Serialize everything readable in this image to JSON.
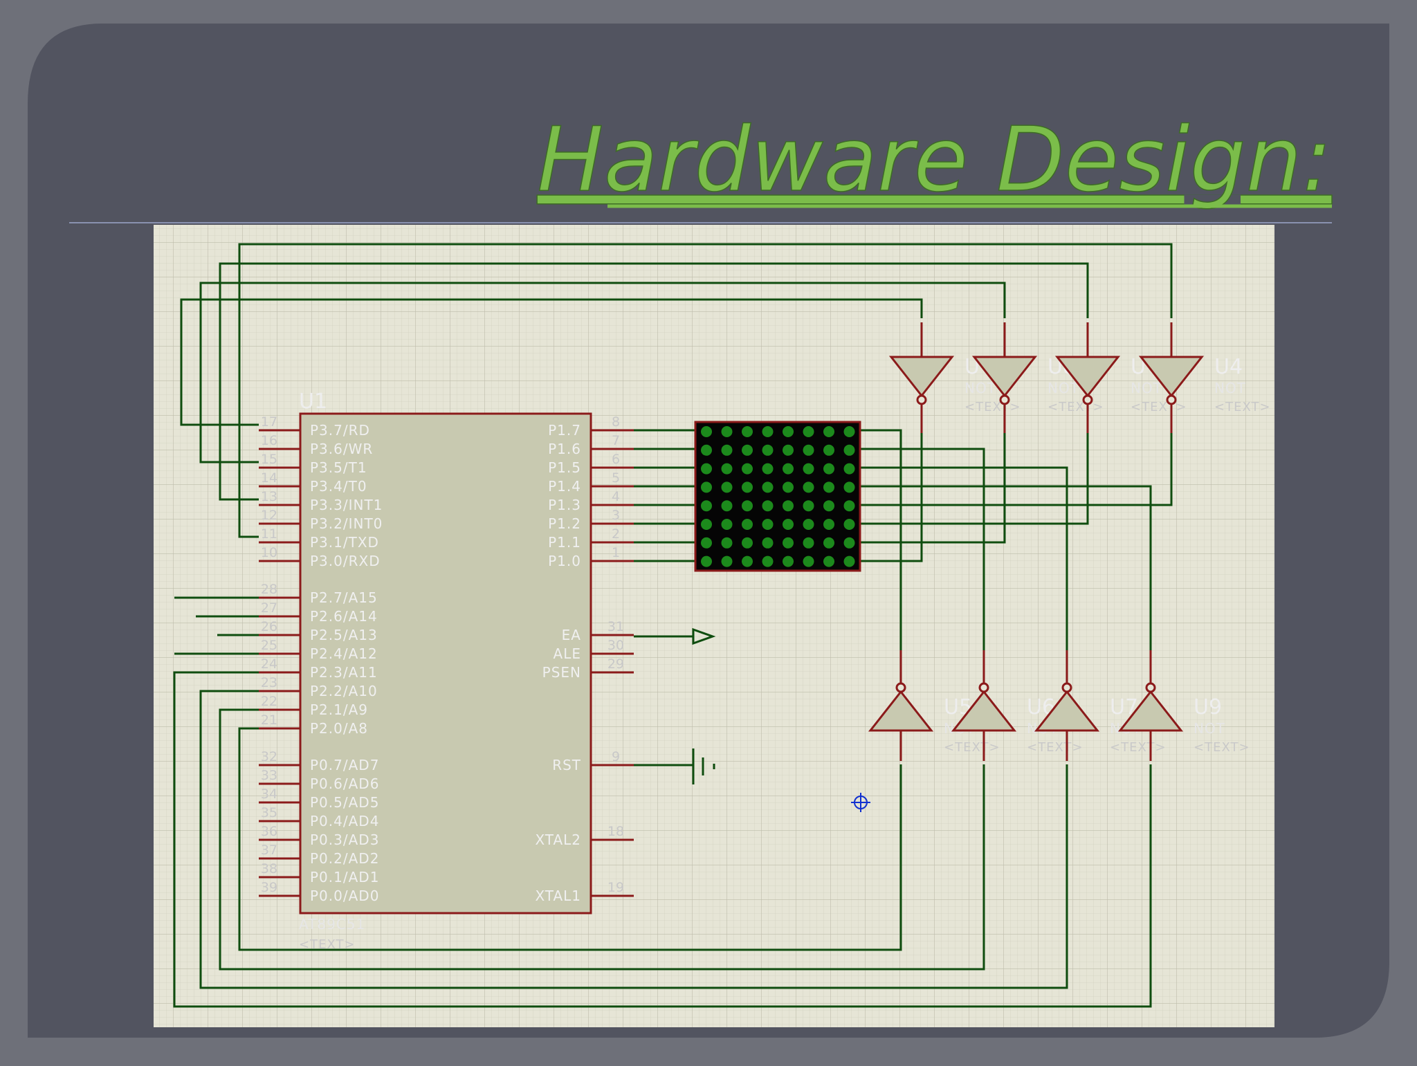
{
  "slide": {
    "title": "Hardware Design:"
  },
  "schematic": {
    "mcu": {
      "ref": "U1",
      "part": "AT89C51",
      "text": "<TEXT>",
      "left_pins": [
        {
          "num": "17",
          "label": "P3.7/RD"
        },
        {
          "num": "16",
          "label": "P3.6/WR"
        },
        {
          "num": "15",
          "label": "P3.5/T1"
        },
        {
          "num": "14",
          "label": "P3.4/T0"
        },
        {
          "num": "13",
          "label": "P3.3/INT1"
        },
        {
          "num": "12",
          "label": "P3.2/INT0"
        },
        {
          "num": "11",
          "label": "P3.1/TXD"
        },
        {
          "num": "10",
          "label": "P3.0/RXD"
        },
        {
          "num": "28",
          "label": "P2.7/A15"
        },
        {
          "num": "27",
          "label": "P2.6/A14"
        },
        {
          "num": "26",
          "label": "P2.5/A13"
        },
        {
          "num": "25",
          "label": "P2.4/A12"
        },
        {
          "num": "24",
          "label": "P2.3/A11"
        },
        {
          "num": "23",
          "label": "P2.2/A10"
        },
        {
          "num": "22",
          "label": "P2.1/A9"
        },
        {
          "num": "21",
          "label": "P2.0/A8"
        },
        {
          "num": "32",
          "label": "P0.7/AD7"
        },
        {
          "num": "33",
          "label": "P0.6/AD6"
        },
        {
          "num": "34",
          "label": "P0.5/AD5"
        },
        {
          "num": "35",
          "label": "P0.4/AD4"
        },
        {
          "num": "36",
          "label": "P0.3/AD3"
        },
        {
          "num": "37",
          "label": "P0.2/AD2"
        },
        {
          "num": "38",
          "label": "P0.1/AD1"
        },
        {
          "num": "39",
          "label": "P0.0/AD0"
        }
      ],
      "right_pins": [
        {
          "num": "8",
          "label": "P1.7"
        },
        {
          "num": "7",
          "label": "P1.6"
        },
        {
          "num": "6",
          "label": "P1.5"
        },
        {
          "num": "5",
          "label": "P1.4"
        },
        {
          "num": "4",
          "label": "P1.3"
        },
        {
          "num": "3",
          "label": "P1.2"
        },
        {
          "num": "2",
          "label": "P1.1"
        },
        {
          "num": "1",
          "label": "P1.0"
        },
        {
          "num": "31",
          "label": "EA"
        },
        {
          "num": "30",
          "label": "ALE"
        },
        {
          "num": "29",
          "label": "PSEN"
        },
        {
          "num": "9",
          "label": "RST"
        },
        {
          "num": "18",
          "label": "XTAL2"
        },
        {
          "num": "19",
          "label": "XTAL1"
        }
      ]
    },
    "inverters_top": [
      {
        "ref": "U",
        "type": "NOT",
        "text": "<TEXT>"
      },
      {
        "ref": "U8",
        "type": "NOT",
        "text": "<TEXT>"
      },
      {
        "ref": "U",
        "type": "NOT",
        "text": "<TEXT>"
      },
      {
        "ref": "U4",
        "type": "NOT",
        "text": "<TEXT>"
      }
    ],
    "inverters_bottom": [
      {
        "ref": "U5",
        "type": "NOT",
        "text": "<TEXT>"
      },
      {
        "ref": "U6",
        "type": "NOT",
        "text": "<TEXT>"
      },
      {
        "ref": "U7",
        "type": "NOT",
        "text": "<TEXT>"
      },
      {
        "ref": "U9",
        "type": "NOT",
        "text": "<TEXT>"
      }
    ],
    "led_matrix": {
      "rows": 8,
      "cols": 8
    },
    "colors": {
      "wire": "#0f4d0f",
      "pin": "#8b1a1a",
      "body": "#c8c9b0",
      "canvas": "#e6e5d6",
      "grid": "#c9c9b7",
      "led": "#1c8a1c",
      "title": "#7bbd4a"
    }
  }
}
